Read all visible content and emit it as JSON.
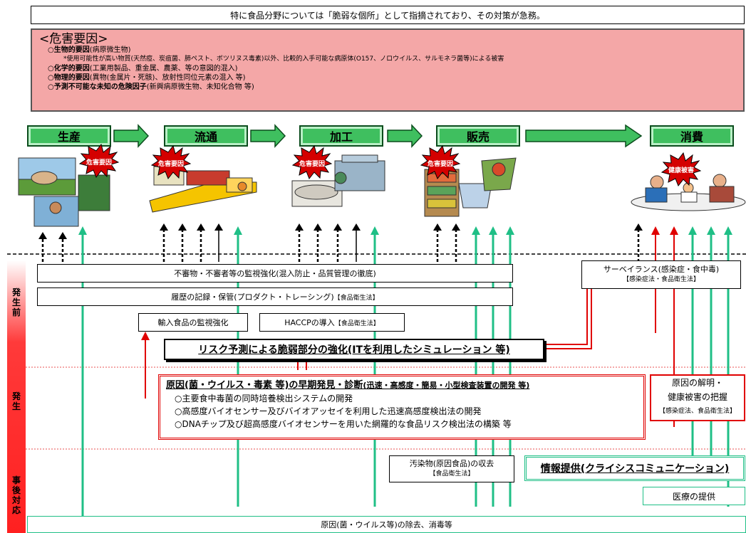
{
  "top_note": "特に食品分野については「脆弱な個所」として指摘されており、その対策が急務。",
  "hazards": {
    "title": "<危害要因>",
    "items": [
      {
        "head": "○生物的要因",
        "text": "(病原微生物)"
      },
      {
        "head": "",
        "text": "*使用可能性が高い物質(天然痘、炭疽菌、肺ペスト、ボツリヌス毒素)以外、比較的入手可能な病原体(O157、ノロウイルス、サルモネラ菌等)による被害"
      },
      {
        "head": "○化学的要因",
        "text": "(工業用製品、重金属、農薬、等の意図的混入)"
      },
      {
        "head": "○物理的要因",
        "text": "(異物(金属片・死骸)、放射性同位元素の混入 等)"
      },
      {
        "head": "○予測不可能な未知の危険因子",
        "text": "(新興病原微生物、未知化合物 等)"
      }
    ]
  },
  "stages": [
    "生産",
    "流通",
    "加工",
    "販売",
    "消費"
  ],
  "bursts": [
    "危害要因",
    "危害要因",
    "危害要因",
    "危害要因",
    "健康被害"
  ],
  "side": {
    "before": "発生前",
    "during": "発生",
    "after": "事後対応"
  },
  "measures": {
    "monitor": "不審物・不審者等の監視強化(混入防止・品質管理の徹底)",
    "history": "履歴の記録・保管(プロダクト・トレーシング)",
    "history_law": "【食品衛生法】",
    "import": "輸入食品の監視強化",
    "haccp": "HACCPの導入",
    "haccp_law": "【食品衛生法】",
    "risk": "リスク予測による脆弱部分の強化(ITを利用したシミュレーション 等)",
    "surveillance": "サーベイランス(感染症・食中毒)",
    "surveillance_law": "【感染症法・食品衛生法】",
    "early_title": "原因(菌・ウイルス・毒素 等)の早期発見・診断",
    "early_sub": "(迅速・高感度・簡易・小型検査装置の開発 等)",
    "early_items": [
      "○主要食中毒菌の同時培養検出システムの開発",
      "○高感度バイオセンサー及びバイオアッセイを利用した迅速高感度検出法の開発",
      "○DNAチップ及び超高感度バイオセンサーを用いた網羅的な食品リスク検出法の構築 等"
    ],
    "cause1": "原因の解明・",
    "cause2": "健康被害の把握",
    "cause_law": "【感染症法、食品衛生法】",
    "recall": "汚染物(原因食品)の収去",
    "recall_law": "【食品衛生法】",
    "crisis": "情報提供(クライシスコミュニケーション)",
    "medical": "医療の提供",
    "removal": "原因(菌・ウイルス等)の除去、消毒等"
  }
}
